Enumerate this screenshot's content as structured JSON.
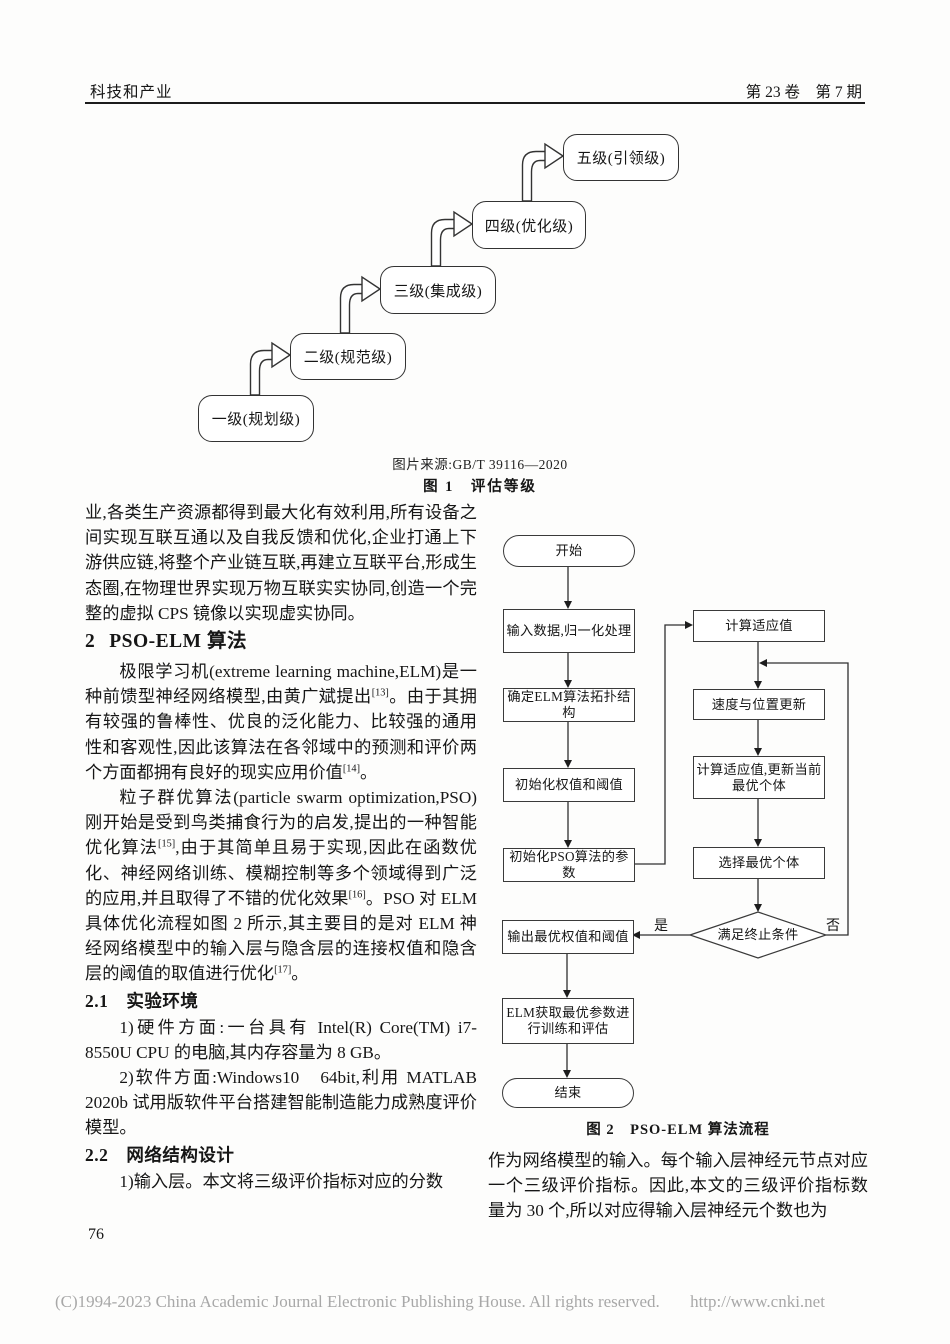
{
  "page": {
    "header": {
      "journal": "科技和产业",
      "issue": "第 23 卷　第 7 期"
    },
    "page_number": "76",
    "footer": {
      "copyright": "(C)1994-2023 China Academic Journal Electronic Publishing House. All rights reserved.",
      "url": "http://www.cnki.net",
      "text_color": "#a8a8a8"
    }
  },
  "figure1": {
    "nodes": [
      {
        "label": "一级(规划级)"
      },
      {
        "label": "二级(规范级)"
      },
      {
        "label": "三级(集成级)"
      },
      {
        "label": "四级(优化级)"
      },
      {
        "label": "五级(引领级)"
      }
    ],
    "source": "图片来源:GB/T 39116—2020",
    "caption": "图 1　评估等级"
  },
  "figure2": {
    "nodes": {
      "start": "开始",
      "a1": "输入数据,归一化处理",
      "a2": "确定ELM算法拓扑结构",
      "a3": "初始化权值和阈值",
      "a4": "初始化PSO算法的参数",
      "a5": "输出最优权值和阈值",
      "a6": "ELM获取最优参数进行训练和评估",
      "end": "结束",
      "b1": "计算适应值",
      "b2": "速度与位置更新",
      "b3": "计算适应值,更新当前最优个体",
      "b4": "选择最优个体",
      "decision": "满足终止条件"
    },
    "labels": {
      "yes": "是",
      "no": "否"
    },
    "caption": "图 2　PSO-ELM 算法流程"
  },
  "left_column": {
    "blocks": [
      {
        "type": "p-noindent",
        "segments": [
          {
            "t": "业,各类生产资源都得到最大化有效利用,所有设备之间实现互联互通以及自我反馈和优化,企业打通上下游供应链,将整个产业链互联,再建立互联平台,形成生态圈,在物理世界实现万物互联实实协同,创造一个完整的虚拟 CPS 镜像以实现虚实协同。"
          }
        ]
      },
      {
        "type": "h1",
        "segments": [
          {
            "t": "2"
          },
          {
            "t": "PSO-ELM 算法"
          }
        ]
      },
      {
        "type": "p",
        "segments": [
          {
            "t": "极限学习机(extreme learning machine,ELM)是一种前馈型神经网络模型,由黄广斌提出"
          },
          {
            "t": "[13]",
            "sup": true
          },
          {
            "t": "。由于其拥有较强的鲁棒性、优良的泛化能力、比较强的通用性和客观性,因此该算法在各邻域中的预测和评价两个方面都拥有良好的现实应用价值"
          },
          {
            "t": "[14]",
            "sup": true
          },
          {
            "t": "。"
          }
        ]
      },
      {
        "type": "p",
        "segments": [
          {
            "t": "粒子群优算法(particle swarm optimization,PSO)刚开始是受到鸟类捕食行为的启发,提出的一种智能优化算法"
          },
          {
            "t": "[15]",
            "sup": true
          },
          {
            "t": ",由于其简单且易于实现,因此在函数优化、神经网络训练、模糊控制等多个领域得到广泛的应用,并且取得了不错的优化效果"
          },
          {
            "t": "[16]",
            "sup": true
          },
          {
            "t": "。PSO 对 ELM 具体优化流程如图 2 所示,其主要目的是对 ELM 神经网络模型中的输入层与隐含层的连接权值和隐含层的阈值的取值进行优化"
          },
          {
            "t": "[17]",
            "sup": true
          },
          {
            "t": "。"
          }
        ]
      },
      {
        "type": "h2",
        "segments": [
          {
            "t": "2.1　实验环境"
          }
        ]
      },
      {
        "type": "p",
        "segments": [
          {
            "t": "1)硬件方面:一台具有 Intel(R) Core(TM) i7-8550U CPU 的电脑,其内存容量为 8 GB。"
          }
        ]
      },
      {
        "type": "p",
        "segments": [
          {
            "t": "2)软件方面:Windows10　64bit,利用 MATLAB 2020b 试用版软件平台搭建智能制造能力成熟度评价模型。"
          }
        ]
      },
      {
        "type": "h2",
        "segments": [
          {
            "t": "2.2　网络结构设计"
          }
        ]
      },
      {
        "type": "p",
        "segments": [
          {
            "t": "1)输入层。本文将三级评价指标对应的分数"
          }
        ]
      }
    ]
  },
  "right_column": {
    "blocks": [
      {
        "type": "p-noindent",
        "segments": [
          {
            "t": "作为网络模型的输入。每个输入层神经元节点对应一个三级评价指标。因此,本文的三级评价指标数量为 30 个,所以对应得输入层神经元个数也为"
          }
        ]
      }
    ]
  }
}
